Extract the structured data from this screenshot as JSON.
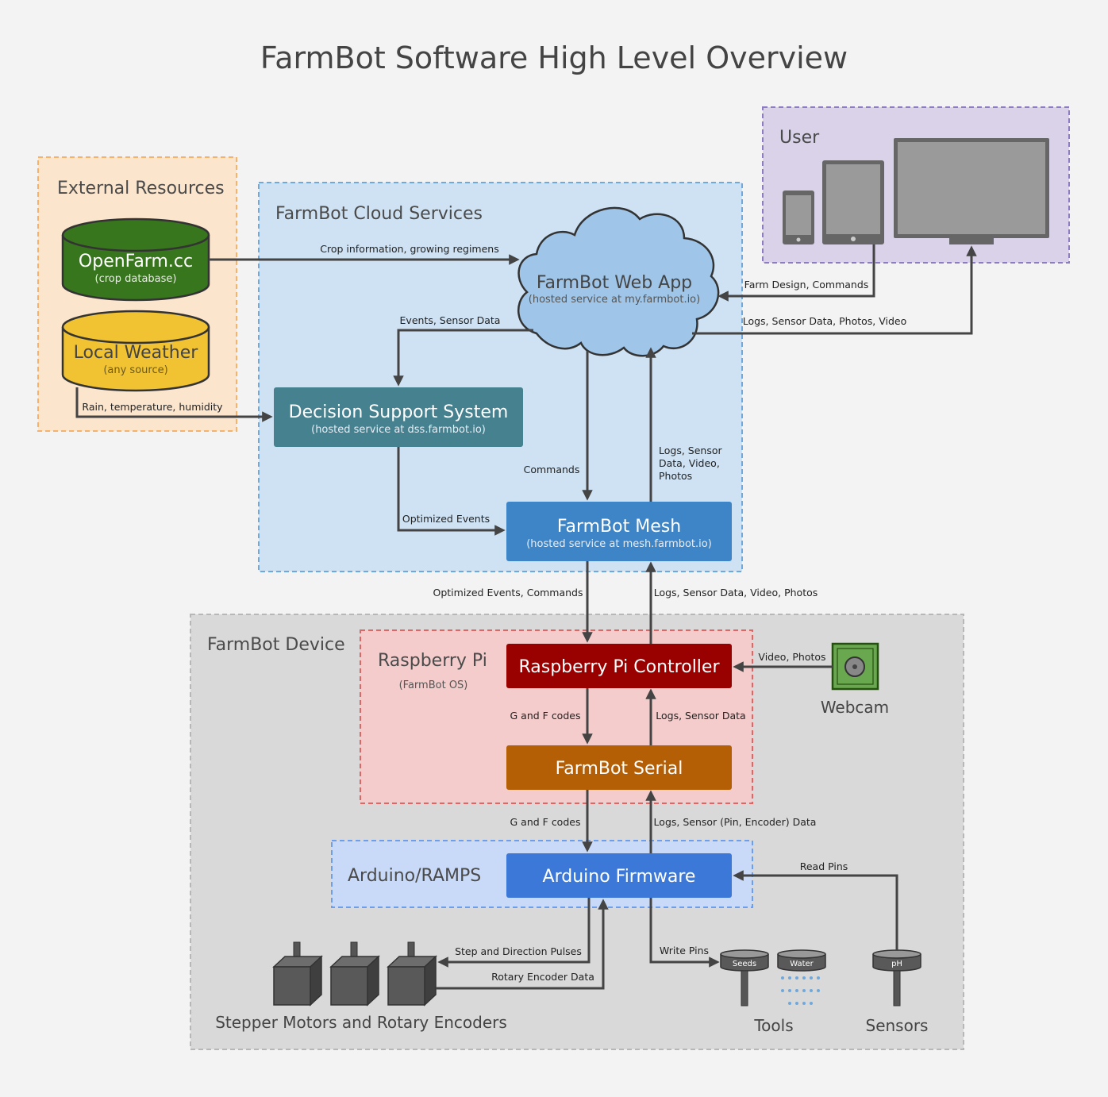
{
  "title": "FarmBot Software High Level Overview",
  "regions": {
    "external": "External Resources",
    "cloud": "FarmBot Cloud Services",
    "user": "User",
    "device": "FarmBot Device",
    "raspberry": "Raspberry Pi",
    "raspberry_sub": "(FarmBot OS)",
    "arduino": "Arduino/RAMPS"
  },
  "nodes": {
    "openfarm": {
      "title": "OpenFarm.cc",
      "sub": "(crop database)"
    },
    "weather": {
      "title": "Local Weather",
      "sub": "(any source)"
    },
    "webapp": {
      "title": "FarmBot Web App",
      "sub": "(hosted service at my.farmbot.io)"
    },
    "dss": {
      "title": "Decision Support System",
      "sub": "(hosted service at dss.farmbot.io)"
    },
    "mesh": {
      "title": "FarmBot Mesh",
      "sub": "(hosted service at mesh.farmbot.io)"
    },
    "rpi_controller": {
      "title": "Raspberry Pi Controller"
    },
    "serial": {
      "title": "FarmBot Serial"
    },
    "firmware": {
      "title": "Arduino Firmware"
    },
    "webcam": {
      "title": "Webcam"
    },
    "motors": {
      "title": "Stepper Motors and Rotary Encoders"
    },
    "tools": {
      "title": "Tools",
      "seeds": "Seeds",
      "water": "Water"
    },
    "sensors": {
      "title": "Sensors",
      "ph": "pH"
    }
  },
  "edges": {
    "crop_info": "Crop information, growing regimens",
    "farm_design": "Farm Design, Commands",
    "logs_user": "Logs, Sensor Data, Photos, Video",
    "events_sensor": "Events, Sensor Data",
    "rain": "Rain, temperature, humidity",
    "commands": "Commands",
    "logs_mesh_1": "Logs, Sensor",
    "logs_mesh_2": "Data, Video,",
    "logs_mesh_3": "Photos",
    "optimized_events": "Optimized Events",
    "opt_events_commands": "Optimized Events, Commands",
    "logs_to_mesh": "Logs, Sensor Data, Video, Photos",
    "video_photos": "Video, Photos",
    "gf_codes_1": "G and F codes",
    "logs_sensor": "Logs, Sensor Data",
    "gf_codes_2": "G and F codes",
    "logs_pin": "Logs, Sensor (Pin, Encoder) Data",
    "read_pins": "Read Pins",
    "step_dir": "Step and Direction Pulses",
    "rotary": "Rotary Encoder Data",
    "write_pins": "Write Pins"
  },
  "colors": {
    "openfarm": "#3a7d25",
    "weather": "#f1c232",
    "dss": "#45818e",
    "mesh": "#3d85c6",
    "rpi_controller": "#990000",
    "serial": "#b45f06",
    "firmware": "#3c78d8"
  }
}
